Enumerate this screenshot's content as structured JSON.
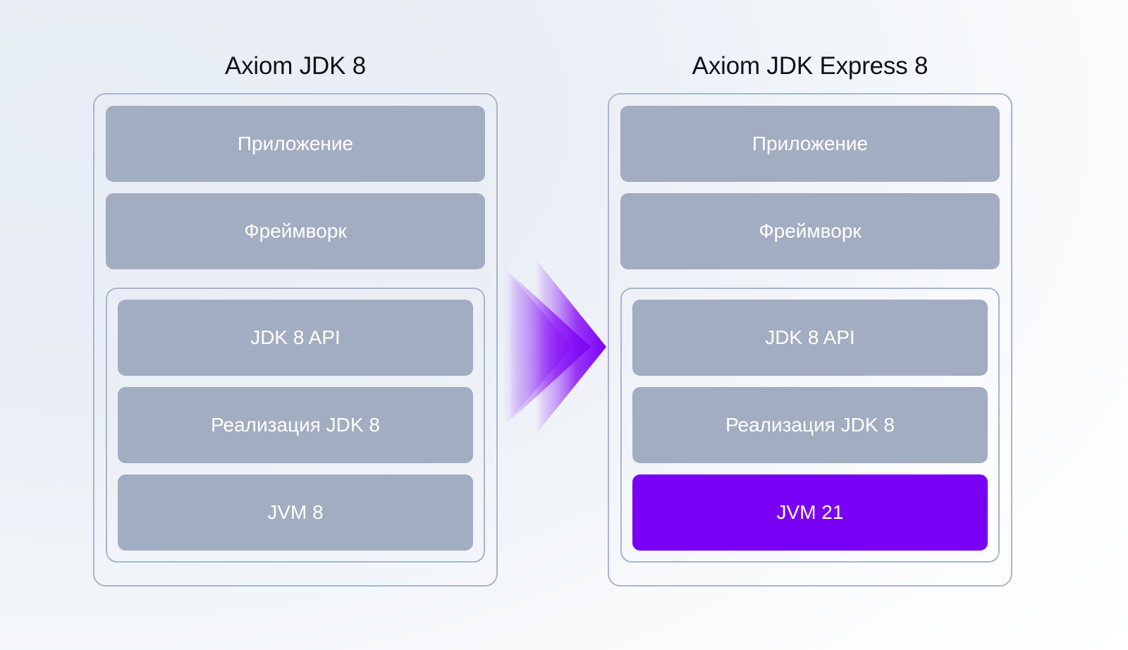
{
  "diagram": {
    "type": "comparison-stack-diagram",
    "background_colors": {
      "page_from": "#e8edf5",
      "page_to": "#ffffff"
    },
    "colors": {
      "layer_grey": "#a3adc1",
      "layer_highlight": "#7a00f5",
      "panel_border": "#a9b5ca",
      "title_text": "#10131a",
      "layer_text": "#ffffff",
      "arrow_purple": "#7a00f5"
    },
    "columns": [
      {
        "id": "axiom-jdk-8",
        "title": "Axiom JDK 8",
        "outer_layers": [
          {
            "label": "Приложение",
            "highlight": false
          },
          {
            "label": "Фреймворк",
            "highlight": false
          }
        ],
        "runtime_group": {
          "layers": [
            {
              "label": "JDK 8 API",
              "highlight": false
            },
            {
              "label": "Реализация JDK 8",
              "highlight": false
            },
            {
              "label": "JVM 8",
              "highlight": false
            }
          ]
        }
      },
      {
        "id": "axiom-jdk-express-8",
        "title": "Axiom JDK Express 8",
        "outer_layers": [
          {
            "label": "Приложение",
            "highlight": false
          },
          {
            "label": "Фреймворк",
            "highlight": false
          }
        ],
        "runtime_group": {
          "layers": [
            {
              "label": "JDK 8 API",
              "highlight": false
            },
            {
              "label": "Реализация JDK 8",
              "highlight": false
            },
            {
              "label": "JVM 21",
              "highlight": true
            }
          ]
        }
      }
    ],
    "arrow": {
      "icon": "chevron-right-icon",
      "direction": "right",
      "gradient_from": "rgba(122,0,245,0)",
      "gradient_to": "#7a00f5"
    }
  }
}
